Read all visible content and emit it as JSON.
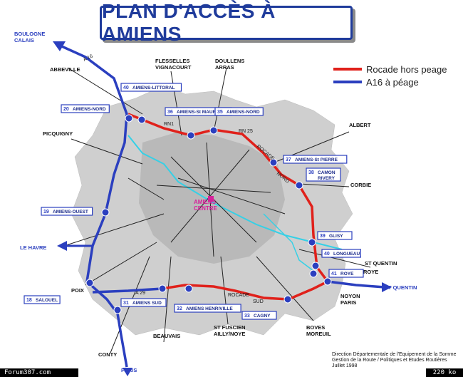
{
  "title": "PLAN D'ACCÈS À AMIENS",
  "legend": [
    {
      "label": "Rocade hors peage",
      "color": "#e0211b"
    },
    {
      "label": "A16 à péage",
      "color": "#2b3fbf"
    }
  ],
  "directions": [
    {
      "id": "boulogne",
      "text": "BOULOGNE\nCALAIS"
    },
    {
      "id": "abbeville",
      "text": "ABBEVILLE"
    },
    {
      "id": "flesselles",
      "text": "FLESSELLES\nVIGNACOURT"
    },
    {
      "id": "doullens",
      "text": "DOULLENS\nARRAS"
    },
    {
      "id": "albert",
      "text": "ALBERT"
    },
    {
      "id": "picquigny",
      "text": "PICQUIGNY"
    },
    {
      "id": "corbie",
      "text": "CORBIE"
    },
    {
      "id": "le-havre",
      "text": "LE HAVRE"
    },
    {
      "id": "st-quentin",
      "text": "ST QUENTIN"
    },
    {
      "id": "st-quentin-2",
      "text": "ST QUENTIN"
    },
    {
      "id": "roye",
      "text": "ROYE"
    },
    {
      "id": "noyon",
      "text": "NOYON\nPARIS"
    },
    {
      "id": "poix",
      "text": "POIX"
    },
    {
      "id": "beauvais",
      "text": "BEAUVAIS"
    },
    {
      "id": "st-fuscien",
      "text": "ST FUSCIEN\nAILLY/NOYE"
    },
    {
      "id": "boves",
      "text": "BOVES\nMOREUIL"
    },
    {
      "id": "conty",
      "text": "CONTY"
    },
    {
      "id": "paris",
      "text": "PARIS"
    }
  ],
  "exits": [
    {
      "id": "amiens-littoral",
      "num": "40",
      "name": "AMIENS-LITTORAL"
    },
    {
      "id": "amiens-nord-a",
      "num": "20",
      "name": "AMIENS-NORD"
    },
    {
      "id": "amiens-st-maurice",
      "num": "36",
      "name": "AMIENS-St MAURICE"
    },
    {
      "id": "amiens-nord-b",
      "num": "35",
      "name": "AMIENS-NORD"
    },
    {
      "id": "amiens-st-pierre",
      "num": "37",
      "name": "AMIENS-St PIERRE"
    },
    {
      "id": "camon",
      "num": "38",
      "name": "CAMON\nRIVERY"
    },
    {
      "id": "amiens-ouest",
      "num": "19",
      "name": "AMIENS-OUEST"
    },
    {
      "id": "glisy",
      "num": "39",
      "name": "GLISY"
    },
    {
      "id": "longueau",
      "num": "40",
      "name": "LONGUEAU"
    },
    {
      "id": "roye-exit",
      "num": "41",
      "name": "ROYE"
    },
    {
      "id": "salouel",
      "num": "18",
      "name": "SALOUEL"
    },
    {
      "id": "amiens-sud",
      "num": "31",
      "name": "AMIENS SUD"
    },
    {
      "id": "amiens-henriville",
      "num": "32",
      "name": "AMIENS HENRIVILLE"
    },
    {
      "id": "cagny",
      "num": "33",
      "name": "CAGNY"
    }
  ],
  "roads": [
    {
      "id": "a16-label",
      "text": "A 16"
    },
    {
      "id": "rn1",
      "text": "RN1"
    },
    {
      "id": "rn25",
      "text": "RN 25"
    },
    {
      "id": "rocade-nord",
      "text": "ROCADE"
    },
    {
      "id": "nord",
      "text": "NORD"
    },
    {
      "id": "rocade-sud",
      "text": "ROCADE"
    },
    {
      "id": "sud",
      "text": "SUD"
    },
    {
      "id": "a29",
      "text": "A 29"
    }
  ],
  "center": {
    "text": "AMIENS\nCENTRE"
  },
  "credit": "Direction Départementale de l'Equipement de la Somme\nGestion de la Route / Politiques et Etudes Routières\nJuillet 1998",
  "footer_left": "Forum307.com",
  "footer_right": "220 ko"
}
